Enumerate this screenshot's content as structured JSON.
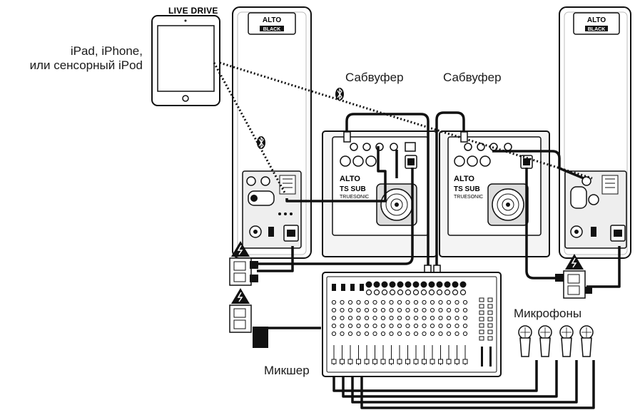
{
  "labels": {
    "device": "iPad, iPhone,\nили сенсорный iPod",
    "live_drive": "LIVE DRIVE",
    "subwoofer_left": "Сабвуфер",
    "subwoofer_right": "Сабвуфер",
    "microphones": "Микрофоны",
    "mixer": "Микшер"
  },
  "branding": {
    "speaker_brand": "ALTO",
    "speaker_model": "BLACK",
    "sub_brand": "ALTO",
    "sub_model": "TS SUB",
    "sub_series": "TRUESONIC"
  },
  "icons": {
    "bluetooth": "bluetooth-icon",
    "warning": "electrical-warning-icon",
    "outlet": "power-outlet-icon"
  },
  "colors": {
    "line": "#111111",
    "cabinet_fill": "#ffffff",
    "sub_fill": "#f4f4f4",
    "panel_fill": "#eeeeee"
  }
}
